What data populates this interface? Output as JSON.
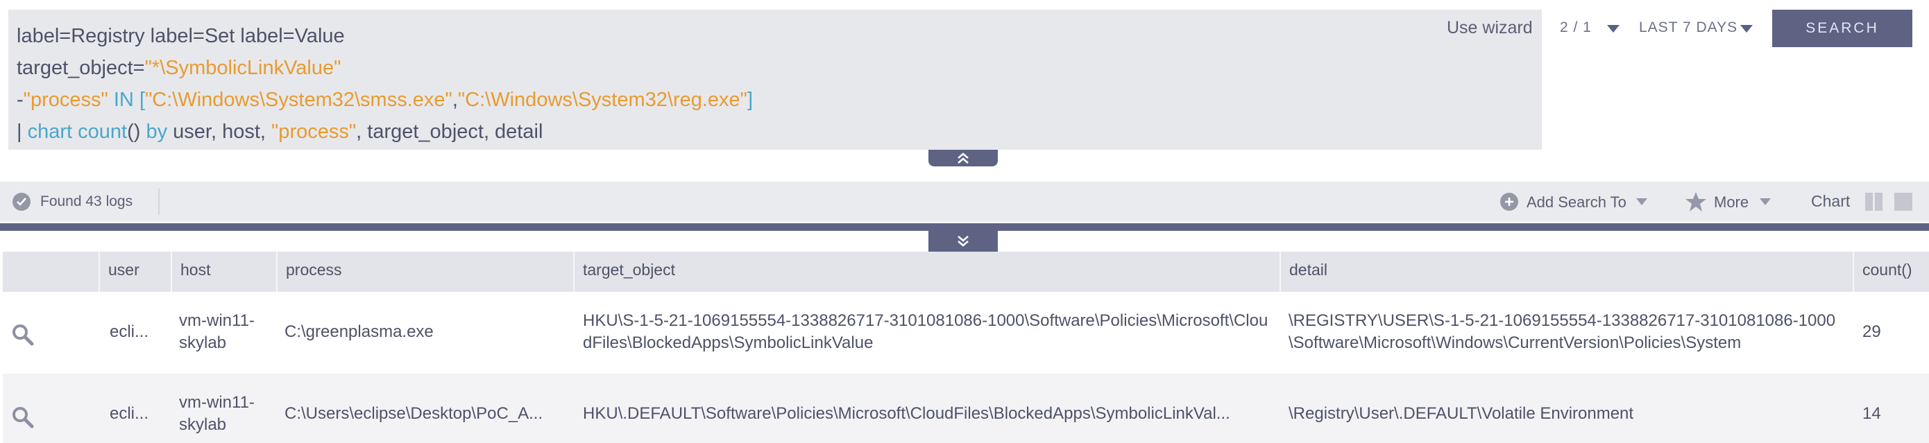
{
  "query": {
    "line1": "label=Registry label=Set label=Value",
    "line2_prefix": "target_object=",
    "line2_value": "\"*\\SymbolicLinkValue\"",
    "line3_minus": "-",
    "line3_field": "\"process\"",
    "line3_in": " IN ",
    "line3_open": "[",
    "line3_val1": "\"C:\\Windows\\System32\\smss.exe\"",
    "line3_comma": ",",
    "line3_val2": "\"C:\\Windows\\System32\\reg.exe\"",
    "line3_close": "]",
    "line4_pipe": "| ",
    "line4_chart": "chart count",
    "line4_paren": "() ",
    "line4_by": "by",
    "line4_fields": " user, host, ",
    "line4_process": "\"process\"",
    "line4_rest": ", target_object, detail"
  },
  "toolbar": {
    "use_wizard": "Use wizard",
    "page_indicator": "2 / 1",
    "time_range": "LAST 7 DAYS",
    "search_label": "SEARCH"
  },
  "status": {
    "found": "Found 43 logs",
    "add_search_to": "Add Search To",
    "more": "More",
    "chart": "Chart"
  },
  "table": {
    "columns": [
      "user",
      "host",
      "process",
      "target_object",
      "detail",
      "count()"
    ],
    "rows": [
      {
        "user": "ecli...",
        "host": "vm-win11-skylab",
        "process": "C:\\greenplasma.exe",
        "target_object": "HKU\\S-1-5-21-1069155554-1338826717-3101081086-1000\\Software\\Policies\\Microsoft\\CloudFiles\\BlockedApps\\SymbolicLinkValue",
        "detail": "\\REGISTRY\\USER\\S-1-5-21-1069155554-1338826717-3101081086-1000\\Software\\Microsoft\\Windows\\CurrentVersion\\Policies\\System",
        "count": "29"
      },
      {
        "user": "ecli...",
        "host": "vm-win11-skylab",
        "process": "C:\\Users\\eclipse\\Desktop\\PoC_A...",
        "target_object": "HKU\\.DEFAULT\\Software\\Policies\\Microsoft\\CloudFiles\\BlockedApps\\SymbolicLinkVal...",
        "detail": "\\Registry\\User\\.DEFAULT\\Volatile Environment",
        "count": "14"
      }
    ]
  },
  "icons": {
    "search_row": "magnifier-icon",
    "found": "check-circle-icon",
    "add": "plus-circle-icon",
    "more": "star-icon",
    "collapse": "chevron-double-up-icon",
    "expand": "chevron-double-down-icon"
  },
  "colors": {
    "accent": "#5e6384",
    "keyword_blue": "#4aa7c9",
    "string_orange": "#e89b2e"
  }
}
